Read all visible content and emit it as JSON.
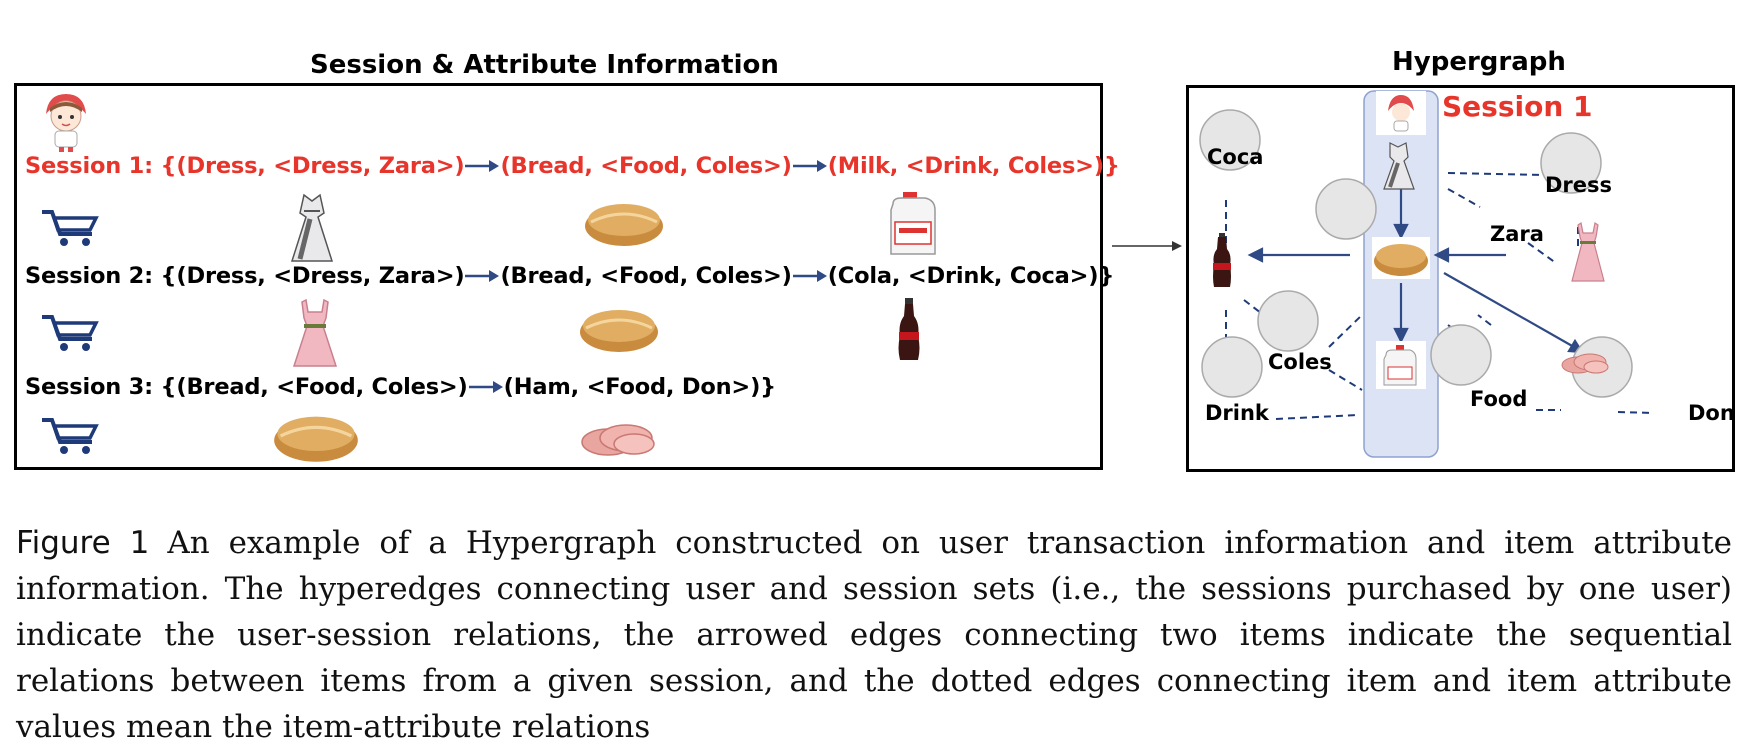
{
  "left_panel": {
    "title": "Session & Attribute Information",
    "sessions": [
      {
        "label": "Session 1: {",
        "items": [
          "(Dress, <Dress, Zara>)",
          "(Bread, <Food, Coles>)",
          "(Milk, <Drink, Coles>)"
        ],
        "suffix": "}",
        "color": "#e8352b"
      },
      {
        "label": "Session 2: {",
        "items": [
          "(Dress, <Dress, Zara>)",
          "(Bread, <Food, Coles>)",
          "(Cola, <Drink, Coca>)"
        ],
        "suffix": "}",
        "color": "#000000"
      },
      {
        "label": "Session 3: {",
        "items": [
          "(Bread, <Food, Coles>)",
          "(Ham, <Food, Don>)"
        ],
        "suffix": "}",
        "color": "#000000"
      }
    ]
  },
  "right_panel": {
    "title": "Hypergraph",
    "session_label": "Session 1",
    "nodes": {
      "coca": "Coca",
      "dress": "Dress",
      "zara": "Zara",
      "coles": "Coles",
      "drink": "Drink",
      "food": "Food",
      "don": "Don"
    }
  },
  "caption": {
    "figure_label": "Figure 1",
    "text": "An example of a Hypergraph constructed on user transaction information and item attribute information. The hyperedges connecting user and session sets (i.e., the sessions purchased by one user) indicate the user-session relations, the arrowed edges connecting two items indicate the sequential relations between items from a given session, and the dotted edges connecting item and item attribute values mean the item-attribute relations"
  },
  "colors": {
    "accent_red": "#e8352b",
    "arrow_blue": "#2f4a85",
    "hyperedge_fill": "#dbe3f5",
    "node_fill": "#e6e6e6"
  }
}
